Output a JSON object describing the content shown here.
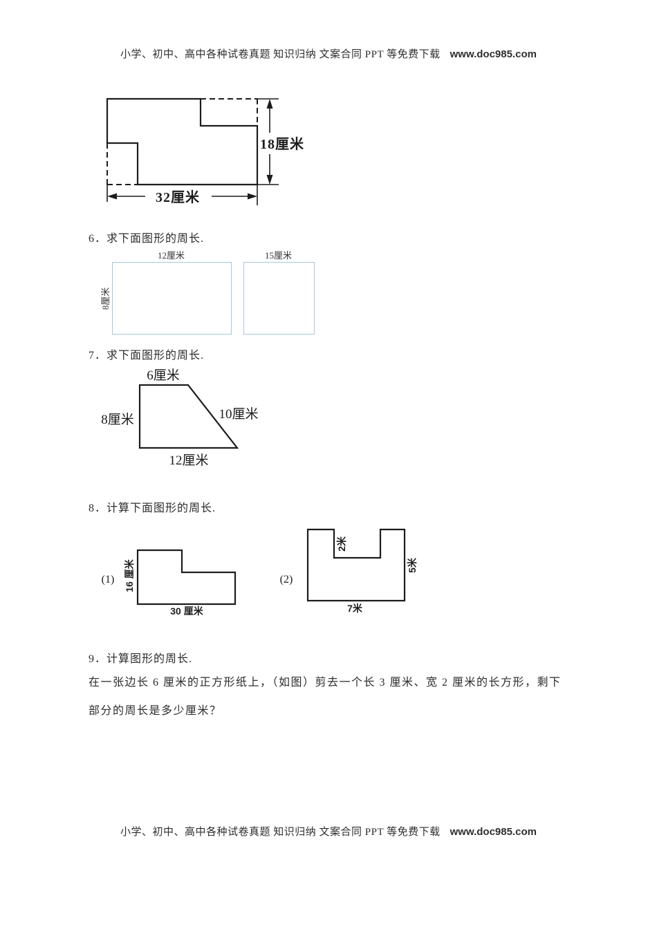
{
  "header": {
    "text": "小学、初中、高中各种试卷真题 知识归纳 文案合同 PPT 等免费下载",
    "url": "www.doc985.com"
  },
  "footer": {
    "text": "小学、初中、高中各种试卷真题 知识归纳 文案合同 PPT 等免费下载",
    "url": "www.doc985.com"
  },
  "fig_top": {
    "height_label": "18厘米",
    "width_label": "32厘米"
  },
  "q6": {
    "title": "6．求下面图形的周长.",
    "rect1_width_label": "12厘米",
    "rect1_height_label": "8厘米",
    "rect2_width_label": "15厘米"
  },
  "q7": {
    "title": "7．求下面图形的周长.",
    "top_label": "6厘米",
    "left_label": "8厘米",
    "slant_label": "10厘米",
    "bottom_label": "12厘米"
  },
  "q8": {
    "title": "8．计算下面图形的周长.",
    "fig1": {
      "index_label": "(1)",
      "height_label": "16 厘米",
      "width_label": "30 厘米"
    },
    "fig2": {
      "index_label": "(2)",
      "notch_label": "2米",
      "height_label": "5米",
      "width_label": "7米"
    }
  },
  "q9": {
    "title": "9．计算图形的周长.",
    "line1": "在一张边长 6 厘米的正方形纸上，（如图）剪去一个长 3 厘米、宽 2 厘米的长方形，剩下",
    "line2": "部分的周长是多少厘米？"
  },
  "colors": {
    "line": "#1c1c1c",
    "rect_blue": "#a7c9db",
    "text": "#2d2d2d"
  }
}
